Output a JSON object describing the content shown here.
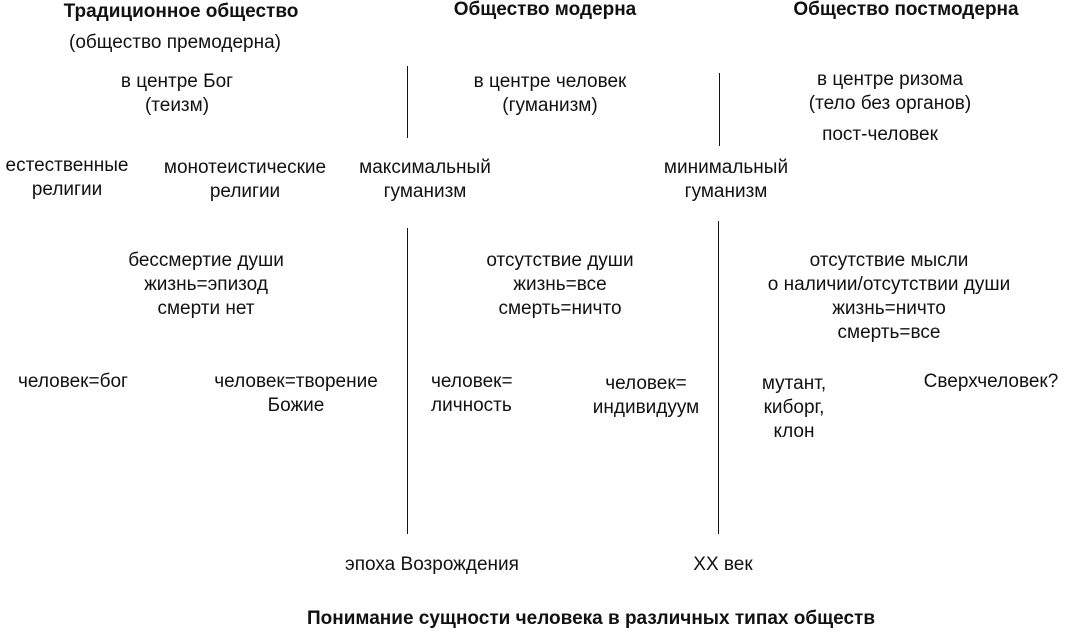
{
  "headers": {
    "traditional": "Традиционное общество",
    "traditional_sub": "(общество премодерна)",
    "modern": "Общество модерна",
    "postmodern": "Общество постмодерна"
  },
  "center": {
    "traditional": "в центре Бог\n(теизм)",
    "modern": "в центре человек\n(гуманизм)",
    "postmodern": "в центре ризома\n(тело без органов)",
    "posthuman": "пост-человек"
  },
  "religion": {
    "natural": "естественные\nрелигии",
    "monotheistic": "монотеистические\nрелигии",
    "max_humanism": "максимальный\nгуманизм",
    "min_humanism": "минимальный\nгуманизм"
  },
  "soul": {
    "traditional": "бессмертие души\nжизнь=эпизод\nсмерти нет",
    "modern": "отсутствие души\nжизнь=все\nсмерть=ничто",
    "postmodern": "отсутствие мысли\nо наличии/отсутствии души\nжизнь=ничто\nсмерть=все"
  },
  "human": {
    "god": "человек=бог",
    "creation": "человек=творение\nБожие",
    "personality": "человек=\nличность",
    "individual": "человек=\nиндивидуум",
    "mutant": "мутант,\nкиборг,\nклон",
    "superhuman": "Сверхчеловек?"
  },
  "epochs": {
    "renaissance": "эпоха Возрождения",
    "xx_century": "XX век"
  },
  "caption": "Понимание сущности человека в различных типах обществ"
}
